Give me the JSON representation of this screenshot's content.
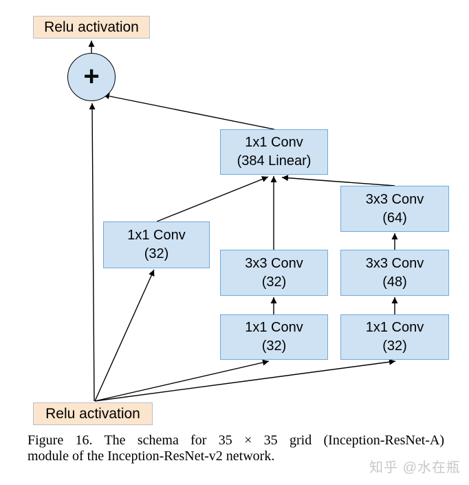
{
  "diagram": {
    "relu_top_label": "Relu activation",
    "relu_bottom_label": "Relu activation",
    "plus_label": "+",
    "conv_384": {
      "line1": "1x1 Conv",
      "line2": "(384 Linear)"
    },
    "conv_left": {
      "line1": "1x1 Conv",
      "line2": "(32)"
    },
    "conv_mid_top": {
      "line1": "3x3 Conv",
      "line2": "(32)"
    },
    "conv_mid_bottom": {
      "line1": "1x1 Conv",
      "line2": "(32)"
    },
    "conv_right_top": {
      "line1": "3x3 Conv",
      "line2": "(64)"
    },
    "conv_right_mid": {
      "line1": "3x3 Conv",
      "line2": "(48)"
    },
    "conv_right_bottom": {
      "line1": "1x1 Conv",
      "line2": "(32)"
    },
    "colors": {
      "conv_fill": "#cfe2f3",
      "conv_border": "#6fa8dc",
      "relu_fill": "#fce5cd",
      "relu_border": "#b7bdca",
      "arrow": "#000000",
      "watermark": "#c8c8c8"
    }
  },
  "caption": {
    "line1": "Figure 16. The schema for 35 × 35 grid (Inception-ResNet-A)",
    "line2": "module of the Inception-ResNet-v2 network."
  },
  "watermark": "知乎 @水在瓶"
}
